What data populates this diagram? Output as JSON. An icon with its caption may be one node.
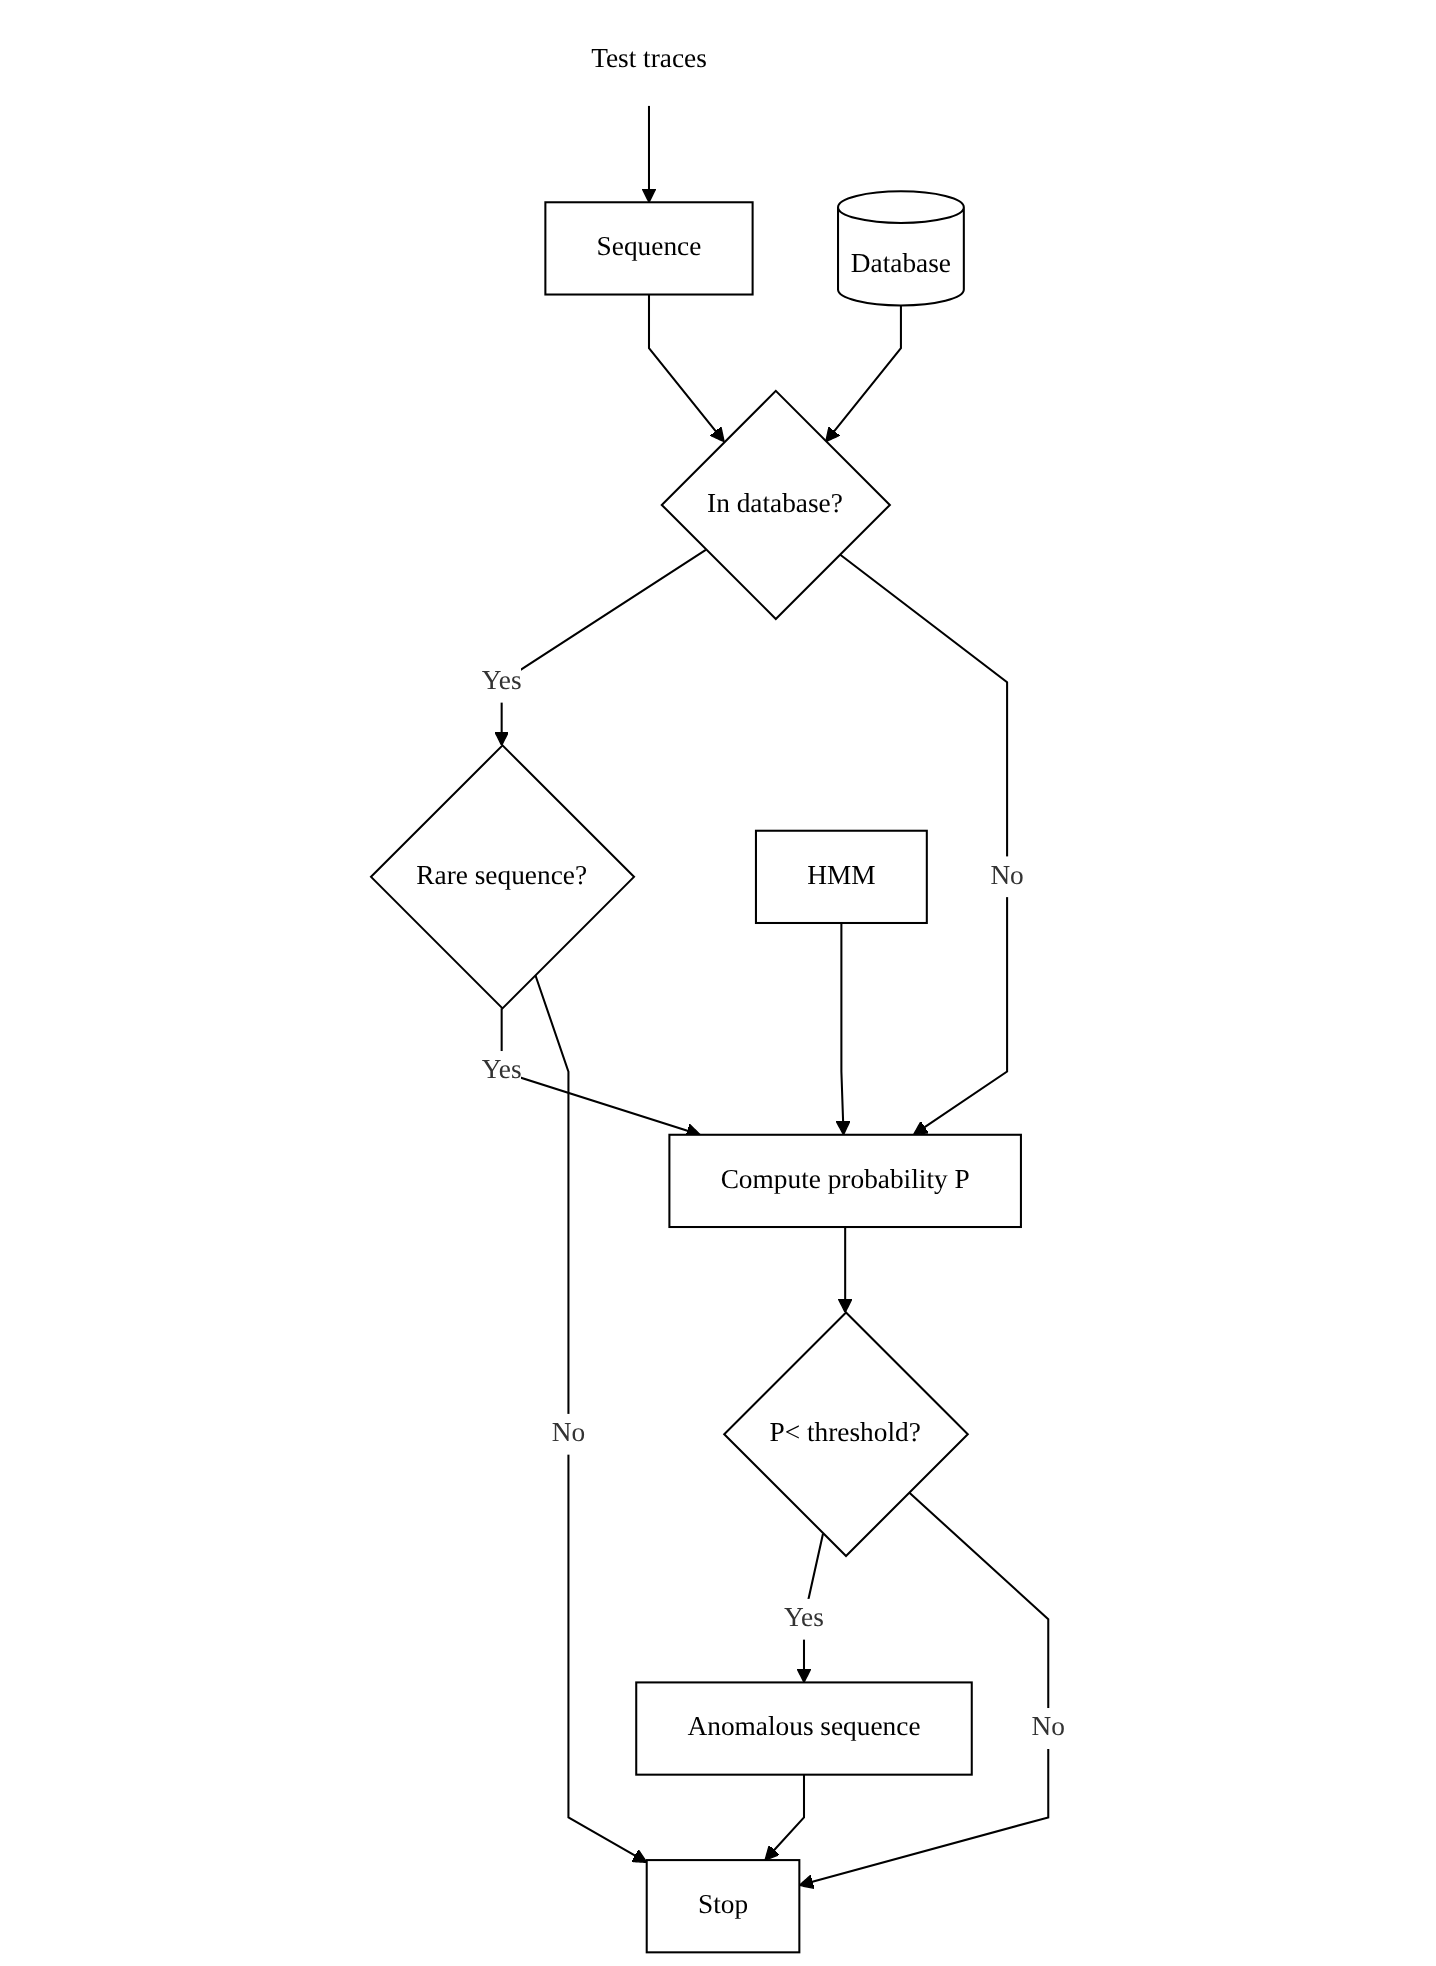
{
  "diagram": {
    "nodes": [
      {
        "text": [
          "Test traces"
        ]
      },
      {
        "text": [
          "Sequence"
        ]
      },
      {
        "text": [
          "Database"
        ]
      },
      {
        "text": [
          "In database?"
        ]
      },
      {
        "text": [
          "Rare sequence?"
        ]
      },
      {
        "text": [
          "HMM"
        ]
      },
      {
        "text": [
          "Compute probability P"
        ]
      },
      {
        "text": [
          "P< threshold?"
        ]
      },
      {
        "text": [
          "Anomalous sequence"
        ]
      },
      {
        "text": [
          "Stop"
        ]
      }
    ],
    "edges": [
      {
        "from": 0,
        "to": 1,
        "arrow": "to"
      },
      {
        "from": 1,
        "to": 3,
        "arrow": "to"
      },
      {
        "from": 2,
        "to": 3,
        "arrow": "to"
      },
      {
        "from": 3,
        "to": 4,
        "arrow": "to",
        "label": "Yes"
      },
      {
        "from": 3,
        "to": 6,
        "arrow": "to",
        "label": "No"
      },
      {
        "from": 4,
        "to": 6,
        "arrow": "to",
        "label": "Yes"
      },
      {
        "from": 5,
        "to": 6,
        "arrow": "to"
      },
      {
        "from": 6,
        "to": 7,
        "arrow": "to"
      },
      {
        "from": 7,
        "to": 8,
        "arrow": "to",
        "label": "Yes"
      },
      {
        "from": 7,
        "to": 9,
        "arrow": "to",
        "label": "No"
      },
      {
        "from": 4,
        "to": 9,
        "arrow": "to",
        "label": "No"
      },
      {
        "from": 8,
        "to": 9,
        "arrow": "to"
      }
    ]
  }
}
